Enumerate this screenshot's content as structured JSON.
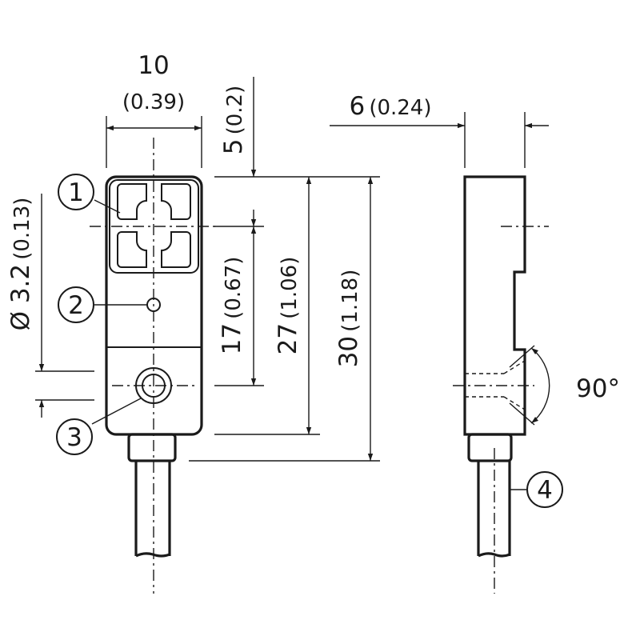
{
  "dimensions": {
    "width": {
      "value": "10",
      "inch": "(0.39)"
    },
    "top_offset": {
      "value": "5",
      "inch": "(0.2)"
    },
    "depth": {
      "value": "6",
      "inch": "(0.24)"
    },
    "hole_diameter": {
      "value": "Ø 3.2",
      "inch": "(0.13)"
    },
    "dim_17": {
      "value": "17",
      "inch": "(0.67)"
    },
    "dim_27": {
      "value": "27",
      "inch": "(1.06)"
    },
    "dim_30": {
      "value": "30",
      "inch": "(1.18)"
    },
    "angle": "90°"
  },
  "callouts": [
    "1",
    "2",
    "3",
    "4"
  ]
}
